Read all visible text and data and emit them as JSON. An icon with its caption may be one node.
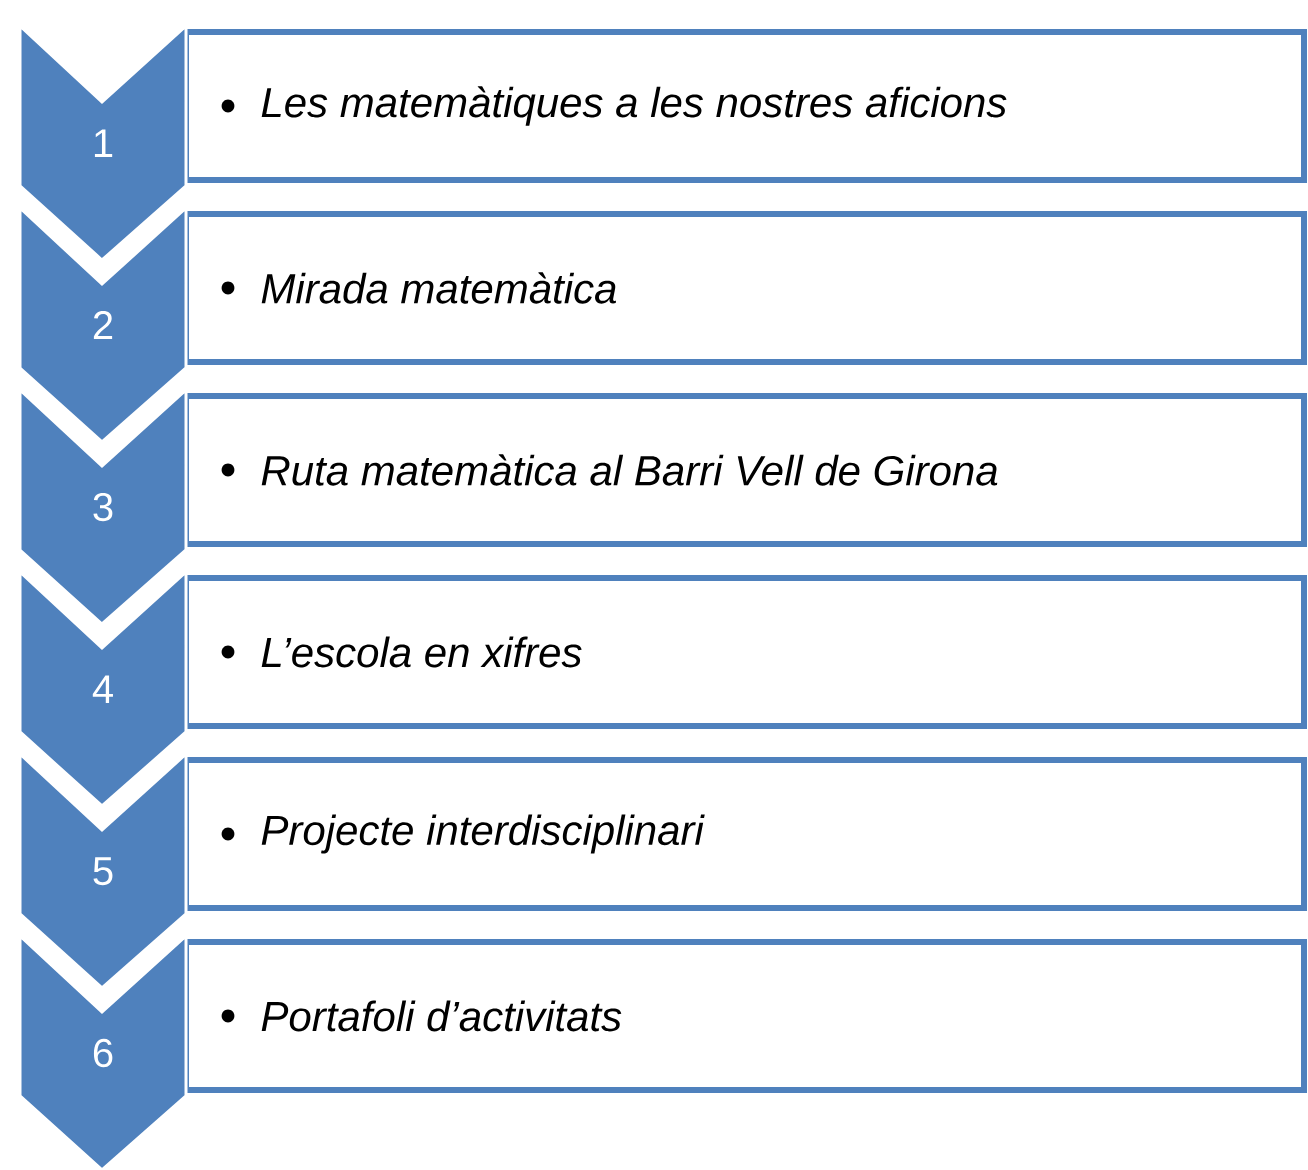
{
  "diagram": {
    "nodes": [
      {
        "text": [
          "1"
        ]
      },
      {
        "text": [
          "Les matemàtiques a les nostres aficions"
        ]
      },
      {
        "text": [
          "2"
        ]
      },
      {
        "text": [
          "Mirada matemàtica"
        ]
      },
      {
        "text": [
          "3"
        ]
      },
      {
        "text": [
          "Ruta matemàtica al Barri Vell de Girona"
        ]
      },
      {
        "text": [
          "4"
        ]
      },
      {
        "text": [
          "L’escola en xifres"
        ]
      },
      {
        "text": [
          "5"
        ]
      },
      {
        "text": [
          "Projecte interdisciplinari"
        ]
      },
      {
        "text": [
          "6"
        ]
      },
      {
        "text": [
          "Portafoli d’activitats"
        ]
      }
    ]
  }
}
